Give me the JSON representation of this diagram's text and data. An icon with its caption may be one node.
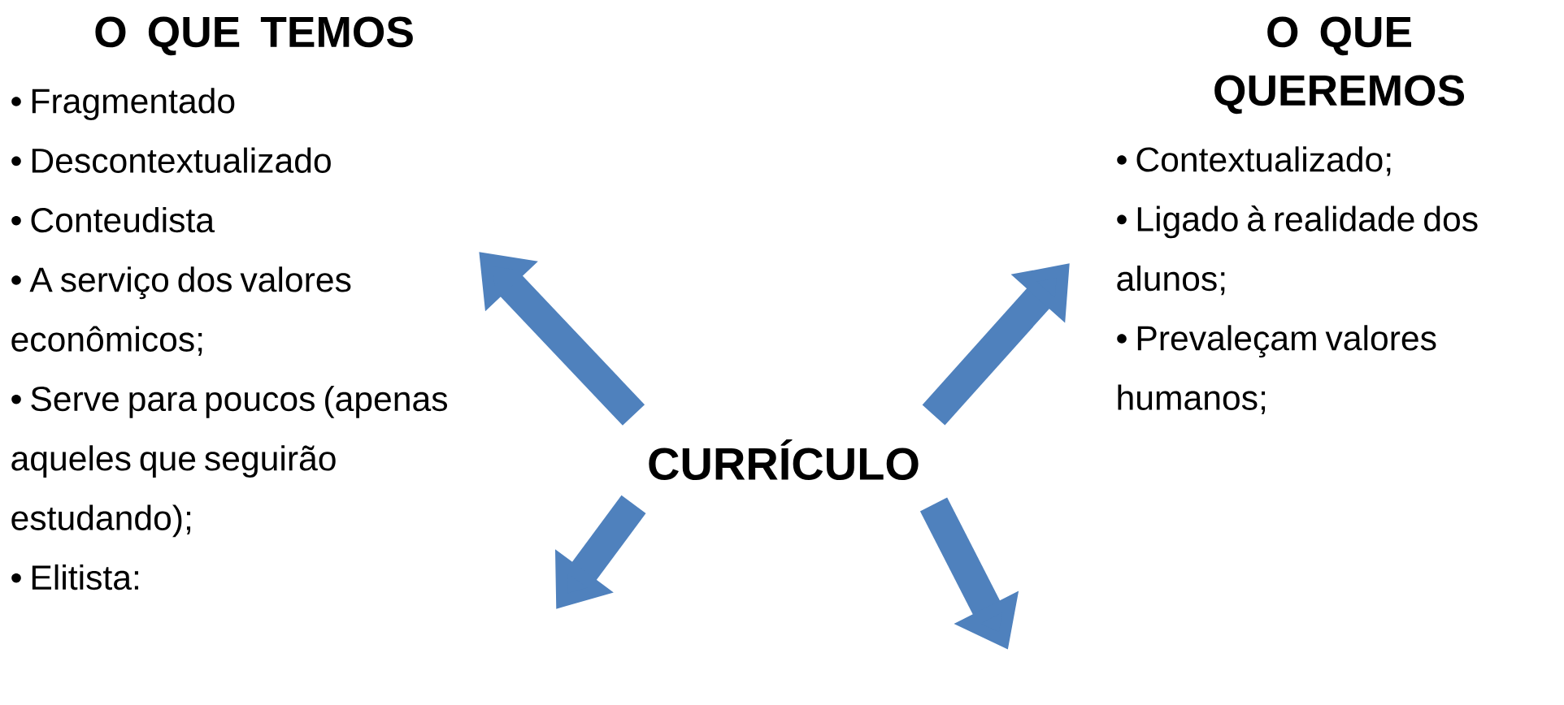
{
  "diagram": {
    "nodes": [
      {
        "text": [
          "CURRÍCULO"
        ]
      },
      {
        "text": [
          "O QUE TEMOS",
          "• Fragmentado",
          "• Descontextualizado",
          "• Conteudista",
          "• A serviço dos valores econômicos;",
          "• Serve para poucos (apenas aqueles que seguirão estudando);",
          "• Elitista:"
        ]
      },
      {
        "text": [
          "O QUE QUEREMOS",
          "• Contextualizado;",
          "• Ligado à realidade dos alunos;",
          "• Prevaleçam valores humanos;"
        ]
      }
    ],
    "edges": [
      {
        "from": 0,
        "to": 1,
        "arrow": "to"
      },
      {
        "from": 0,
        "to": 2,
        "arrow": "to"
      },
      {
        "from": 0,
        "to": null,
        "arrow": "to"
      },
      {
        "from": 0,
        "to": null,
        "arrow": "to"
      }
    ]
  }
}
